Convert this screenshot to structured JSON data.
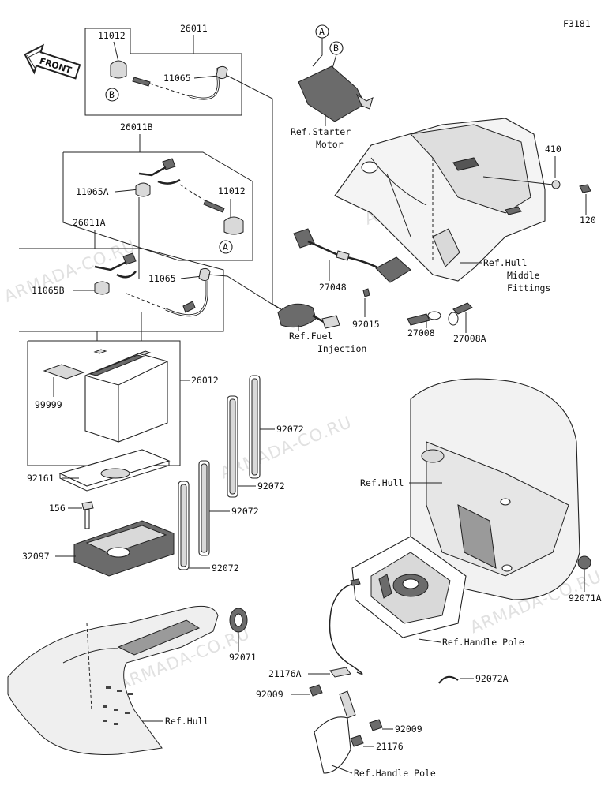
{
  "figure_code": "F3181",
  "front_label": "FRONT",
  "watermark": "ARMADA-CO.RU",
  "callouts": {
    "a": "A",
    "b": "B"
  },
  "labels": {
    "p26011": "26011",
    "p11012_top": "11012",
    "p11065_top": "11065",
    "p26011b": "26011B",
    "p11065a": "11065A",
    "p11012_mid": "11012",
    "p26011a": "26011A",
    "p11065b": "11065B",
    "p11065_mid": "11065",
    "p26012": "26012",
    "p99999": "99999",
    "p92072_a": "92072",
    "p92072_b": "92072",
    "p92072_c": "92072",
    "p92072_d": "92072",
    "p92161": "92161",
    "p156": "156",
    "p32097": "32097",
    "p92071": "92071",
    "p410": "410",
    "p120": "120",
    "p27048": "27048",
    "p92015": "92015",
    "p27008": "27008",
    "p27008a": "27008A",
    "p92071a": "92071A",
    "p21176a": "21176A",
    "p92009_a": "92009",
    "p92072a": "92072A",
    "p92009_b": "92009",
    "p21176": "21176"
  },
  "refs": {
    "starter_1": "Ref.Starter",
    "starter_2": "Motor",
    "hull_mid_1": "Ref.Hull",
    "hull_mid_2": "Middle",
    "hull_mid_3": "Fittings",
    "fuel_1": "Ref.Fuel",
    "fuel_2": "Injection",
    "hull_right": "Ref.Hull",
    "handle_pole_1": "Ref.Handle Pole",
    "handle_pole_2": "Ref.Handle Pole",
    "hull_bottom": "Ref.Hull"
  }
}
